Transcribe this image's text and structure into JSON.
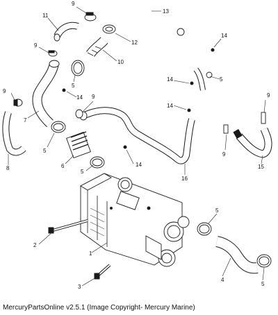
{
  "callouts": {
    "c1": "1",
    "c2": "2",
    "c3": "3",
    "c4": "4",
    "c5a": "5",
    "c5b": "5",
    "c5c": "5",
    "c5d": "5",
    "c5e": "5",
    "c6": "6",
    "c7": "7",
    "c8": "8",
    "c9a": "9",
    "c9b": "9",
    "c9c": "9",
    "c9d": "9",
    "c9e": "9",
    "c9f": "9",
    "c10": "10",
    "c11": "11",
    "c12": "12",
    "c13": "13",
    "c14a": "14",
    "c14b": "14",
    "c14c": "14",
    "c14d": "14",
    "c14e": "14",
    "c15": "15",
    "c16": "16"
  },
  "footer": {
    "caption": "MercuryPartsOnline v2.5.1 (Image Copyright- Mercury Marine)"
  }
}
